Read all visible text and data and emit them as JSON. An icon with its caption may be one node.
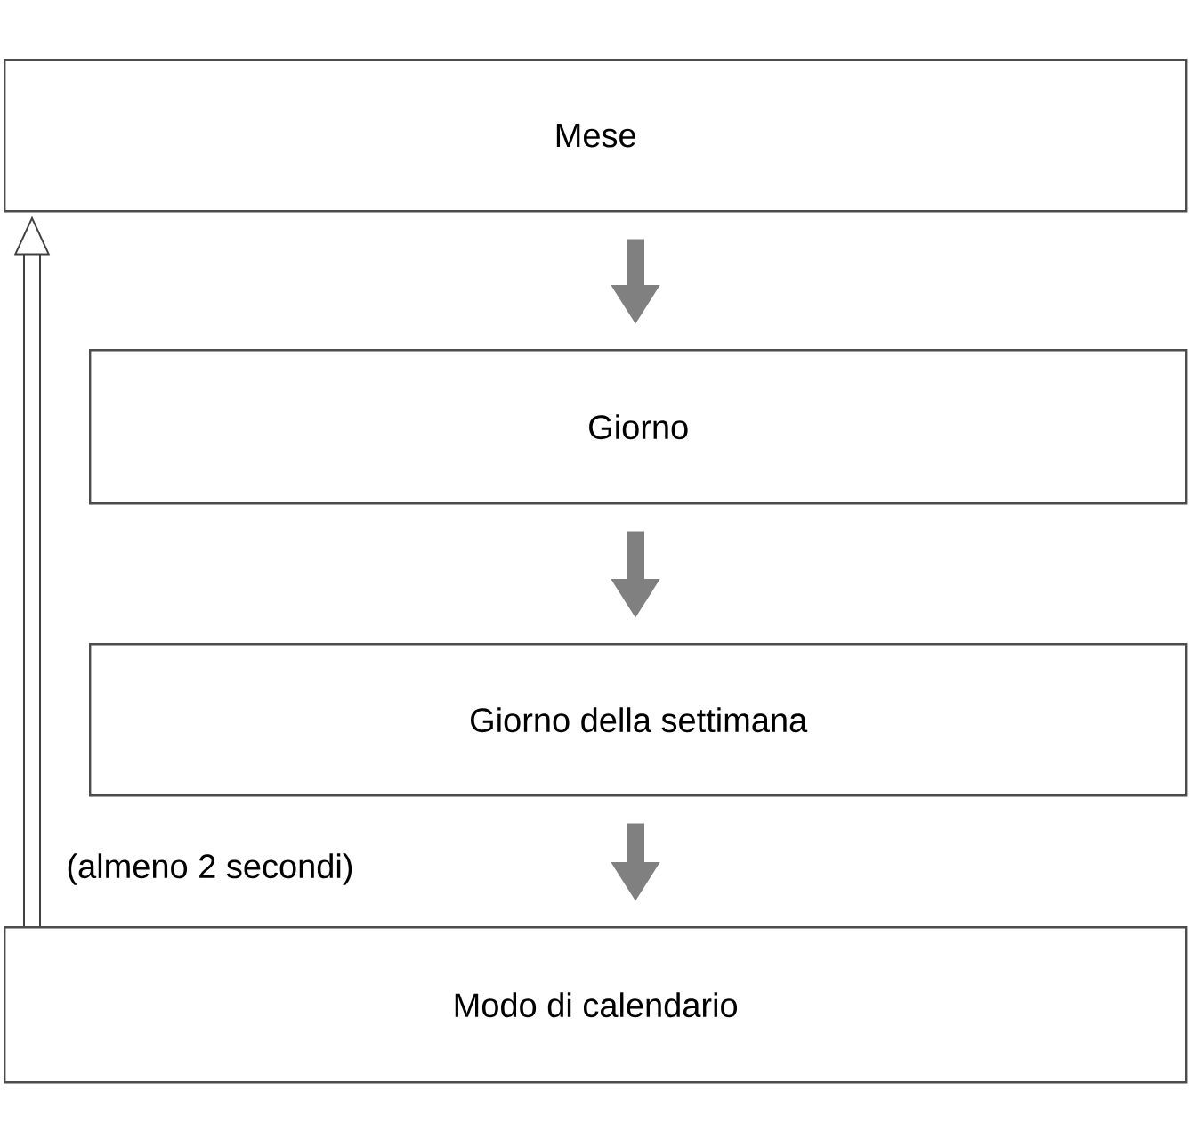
{
  "diagram": {
    "nodes": [
      {
        "text": [
          "Mese"
        ]
      },
      {
        "text": [
          "Giorno"
        ]
      },
      {
        "text": [
          "Giorno della settimana"
        ]
      },
      {
        "text": [
          "Modo di calendario"
        ]
      }
    ],
    "edges": [
      {
        "from": 0,
        "to": 1,
        "arrow": "to"
      },
      {
        "from": 1,
        "to": 2,
        "arrow": "to"
      },
      {
        "from": 2,
        "to": 3,
        "arrow": "to"
      },
      {
        "from": 3,
        "to": 0,
        "arrow": "to",
        "label": "(almeno 2 secondi)"
      }
    ]
  }
}
